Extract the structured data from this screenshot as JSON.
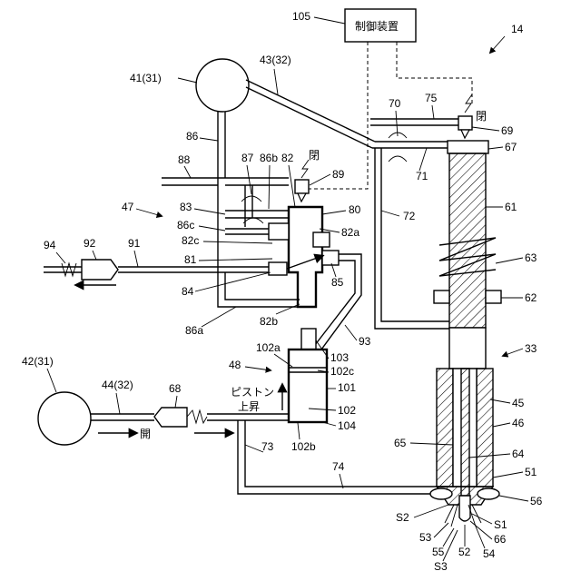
{
  "labels": {
    "ctrl_box": "制御装置",
    "l105": "105",
    "l14": "14",
    "l41": "41(31)",
    "l43": "43(32)",
    "l86": "86",
    "l88": "88",
    "l87": "87",
    "l86b": "86b",
    "l82": "82",
    "l89": "89",
    "close_top": "閉",
    "l47": "47",
    "l83": "83",
    "l86c": "86c",
    "l80": "80",
    "l82a": "82a",
    "l82c": "82c",
    "l81": "81",
    "l94": "94",
    "l92": "92",
    "l91": "91",
    "l84": "84",
    "l85": "85",
    "l86a": "86a",
    "l82b": "82b",
    "l70": "70",
    "l75": "75",
    "close_right": "閉",
    "l69": "69",
    "l67": "67",
    "l71": "71",
    "l72": "72",
    "l61": "61",
    "l63": "63",
    "l62": "62",
    "l93": "93",
    "l33": "33",
    "l48": "48",
    "l102a": "102a",
    "l103": "103",
    "l102c": "102c",
    "l101": "101",
    "piston_up_1": "ピストン",
    "piston_up_2": "上昇",
    "l102": "102",
    "l104": "104",
    "l102b": "102b",
    "l42": "42(31)",
    "l44": "44(32)",
    "l68": "68",
    "open_label": "開",
    "l73": "73",
    "l74": "74",
    "l45": "45",
    "l46": "46",
    "l65": "65",
    "l64": "64",
    "l51": "51",
    "l56": "56",
    "lS2": "S2",
    "lS1": "S1",
    "l66": "66",
    "l53": "53",
    "l55": "55",
    "l52": "52",
    "l54": "54",
    "lS3": "S3"
  }
}
